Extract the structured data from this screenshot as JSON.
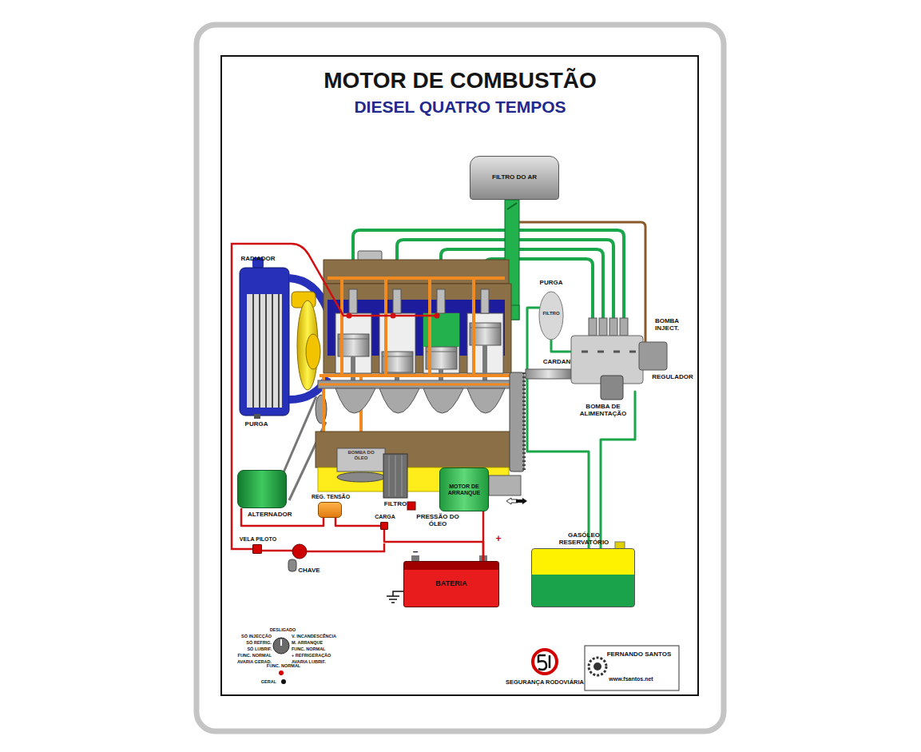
{
  "diagram": {
    "title": "MOTOR DE COMBUSTÃO",
    "caption": "DIESEL QUATRO TEMPOS",
    "nodes": [
      {
        "text": [
          "FILTRO DO AR"
        ]
      },
      {
        "text": [
          "MOTOR DE ARRANQUE"
        ]
      },
      {
        "text": [
          "ALTERNADOR"
        ]
      },
      {
        "text": [
          "REG. TENSÃO"
        ]
      },
      {
        "text": [
          "CARGA"
        ]
      },
      {
        "text": [
          "VELA PILOTO"
        ]
      },
      {
        "text": [
          "BATERIA"
        ]
      },
      {
        "text": [
          "GASÓLEO RESERVATÓRIO"
        ]
      }
    ],
    "edges": [
      {
        "from": 2,
        "to": 3,
        "arrow": "none"
      },
      {
        "from": 3,
        "to": 4,
        "arrow": "none"
      },
      {
        "from": 4,
        "to": 6,
        "arrow": "none"
      },
      {
        "from": 6,
        "to": 1,
        "arrow": "none"
      }
    ],
    "labels": [
      "RADIADOR",
      "PURGA",
      "PURGA",
      "FILTRO",
      "BOMBA INJECT.",
      "CARDAN",
      "REGULADOR",
      "BOMBA DE ALIMENTAÇÃO",
      "BOMBA DO ÓLEO",
      "FILTRO",
      "PRESSÃO DO ÓLEO",
      "CHAVE",
      "–",
      "+",
      "DESLIGADO",
      "SÓ INJECÇÃO",
      "SÓ REFRIG.",
      "SÓ LUBRIF.",
      "FUNC. NORMAL",
      "AVARIA GERAD.",
      "V. INCANDESCÊNCIA",
      "M. ARRANQUE",
      "FUNC. NORMAL",
      "+ REFRIGERAÇÃO",
      "AVARIA LUBRIF.",
      "FUNC. NORMAL",
      "GERAL",
      "SEGURANÇA RODOVIÁRIA",
      "FERNANDO SANTOS",
      "www.fsantos.net"
    ]
  }
}
